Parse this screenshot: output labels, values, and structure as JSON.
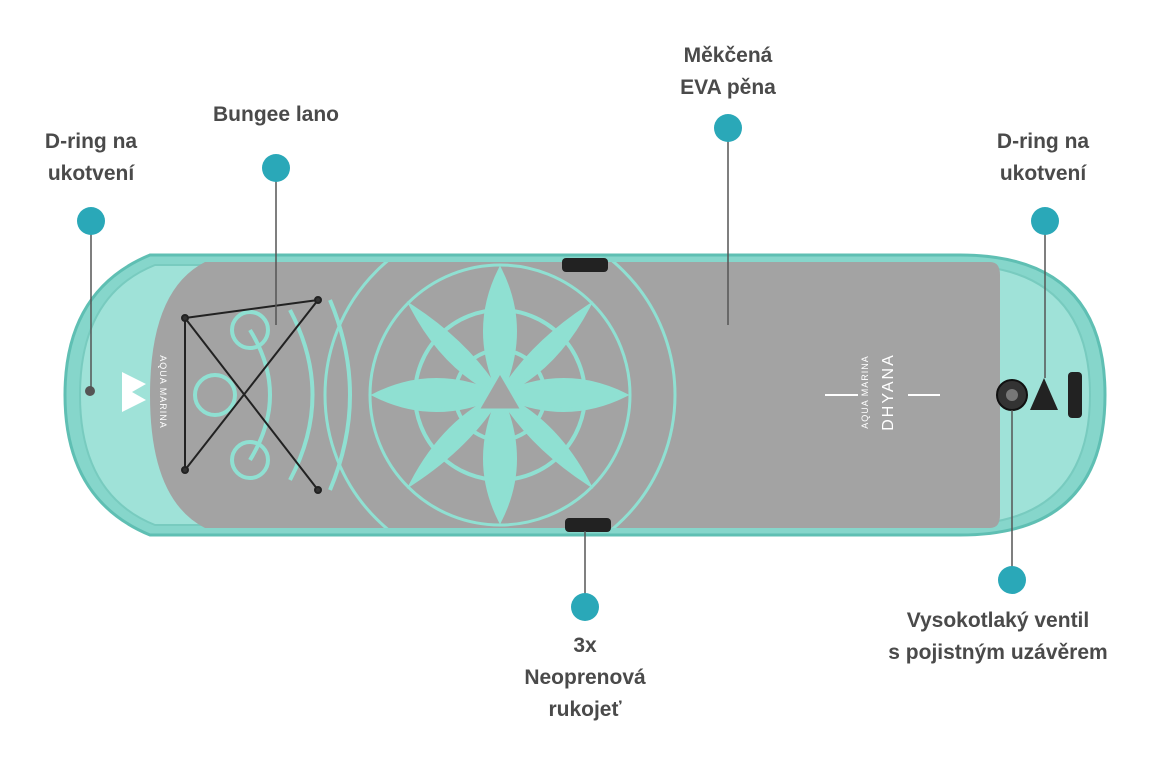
{
  "colors": {
    "marker": "#2aa8b8",
    "label_text": "#4a4a4a",
    "board_rim": "#7fd3c8",
    "board_rim_dark": "#5fbfb3",
    "deck_pad": "#9a9a9a",
    "mandala": "#8fe0d2"
  },
  "board": {
    "logo_text": "AQUA MARINA",
    "model_name": "DHYANA"
  },
  "callouts": [
    {
      "id": "dring-left",
      "lines": [
        "D-ring na",
        "ukotvení"
      ]
    },
    {
      "id": "bungee",
      "lines": [
        "Bungee lano"
      ]
    },
    {
      "id": "eva",
      "lines": [
        "Měkčená",
        "EVA pěna"
      ]
    },
    {
      "id": "dring-right",
      "lines": [
        "D-ring na",
        "ukotvení"
      ]
    },
    {
      "id": "handle",
      "lines": [
        "3x",
        "Neoprenová",
        "rukojeť"
      ]
    },
    {
      "id": "valve",
      "lines": [
        "Vysokotlaký ventil",
        "s pojistným uzávěrem"
      ]
    }
  ]
}
